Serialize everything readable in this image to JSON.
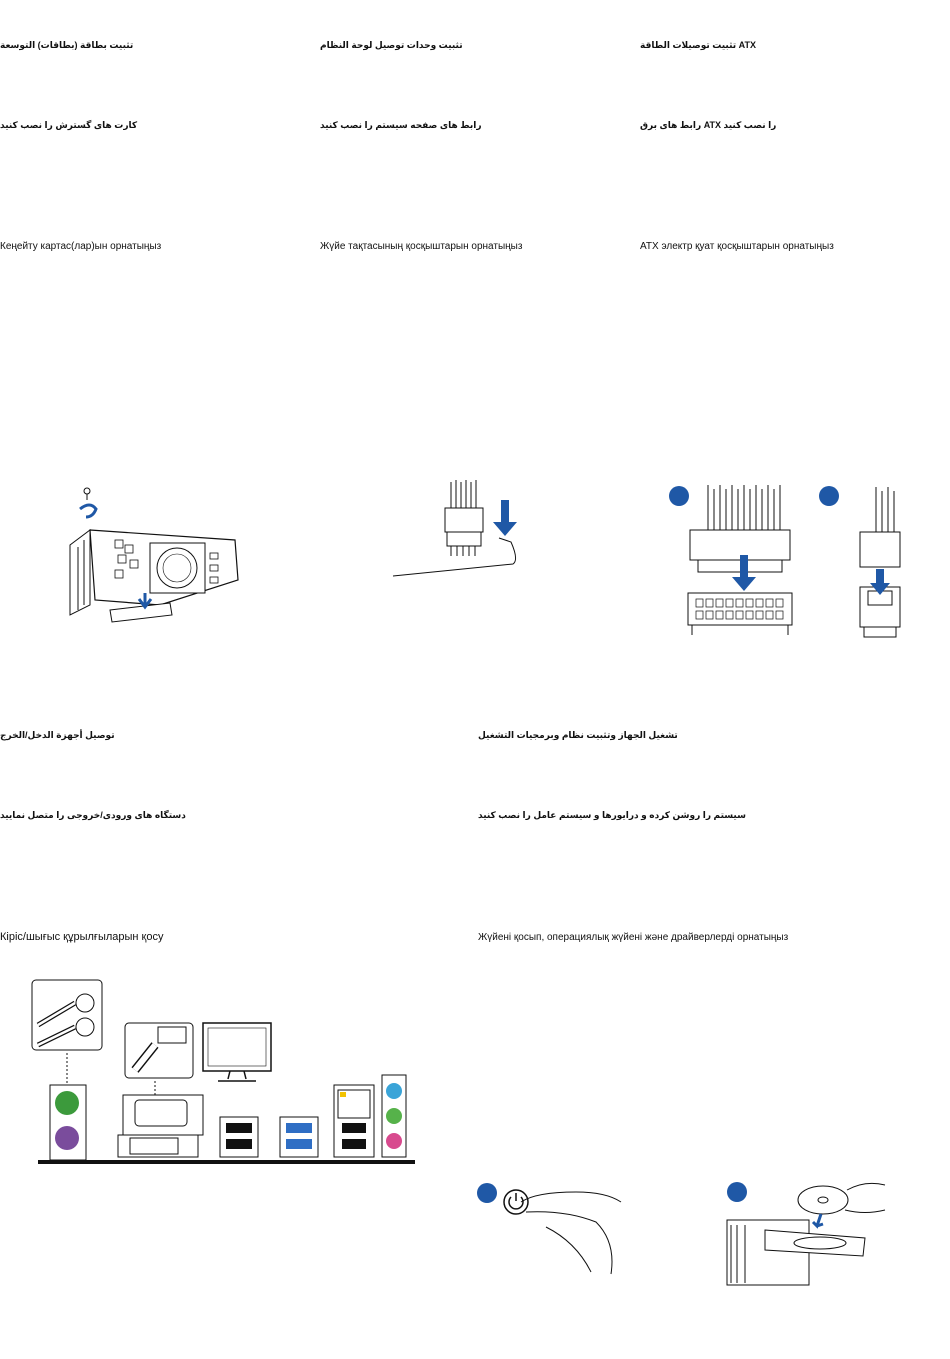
{
  "sections": {
    "expansion": {
      "arabic": "تثبيت بطاقة (بطاقات) التوسعة",
      "persian": "کارت های گسترش را نصب کنید",
      "kazakh": "Кеңейту картас(лар)ын орнатыңыз"
    },
    "system_panel": {
      "arabic": "تثبيت وحدات توصيل لوحة النظام",
      "persian": "رابط های صفحه سیستم را نصب کنید",
      "kazakh": "Жүйе тақтасының қосқыштарын орнатыңыз"
    },
    "atx_power": {
      "arabic": "تثبيت توصيلات الطاقة ATX",
      "persian": "رابط های برق ATX را نصب کنید",
      "kazakh": "ATX электр қуат қосқыштарын орнатыңыз"
    },
    "io_devices": {
      "arabic": "توصيل أجهزة الدخل/الخرج",
      "persian": "دستگاه های ورودی/خروجی را متصل نمایید",
      "kazakh": "Кіріс/шығыс құрылғыларын қосу"
    },
    "power_on": {
      "arabic": "تشغيل الجهاز وتثبيت نظام وبرمجيات التشغيل",
      "persian": "سیستم را روشن کرده و درایورها و سیستم عامل را نصب کنید",
      "kazakh": "Жүйені қосып, операциялық жүйені және драйверлерді орнатыңыз"
    }
  },
  "colors": {
    "step_badge": "#1f58a6",
    "ps2_keyboard": "#7a4c9c",
    "ps2_mouse": "#3c9a3c",
    "audio_line_in": "#3aa4d8",
    "audio_line_out": "#56b24a",
    "audio_mic": "#d84a8e",
    "usb3": "#2f6ec4",
    "led_yellow": "#f2c200"
  },
  "icons": [
    "screw-icon",
    "rotate-arrow-icon",
    "down-arrow-icon",
    "power-button-icon",
    "optical-disc-icon",
    "monitor-icon"
  ]
}
